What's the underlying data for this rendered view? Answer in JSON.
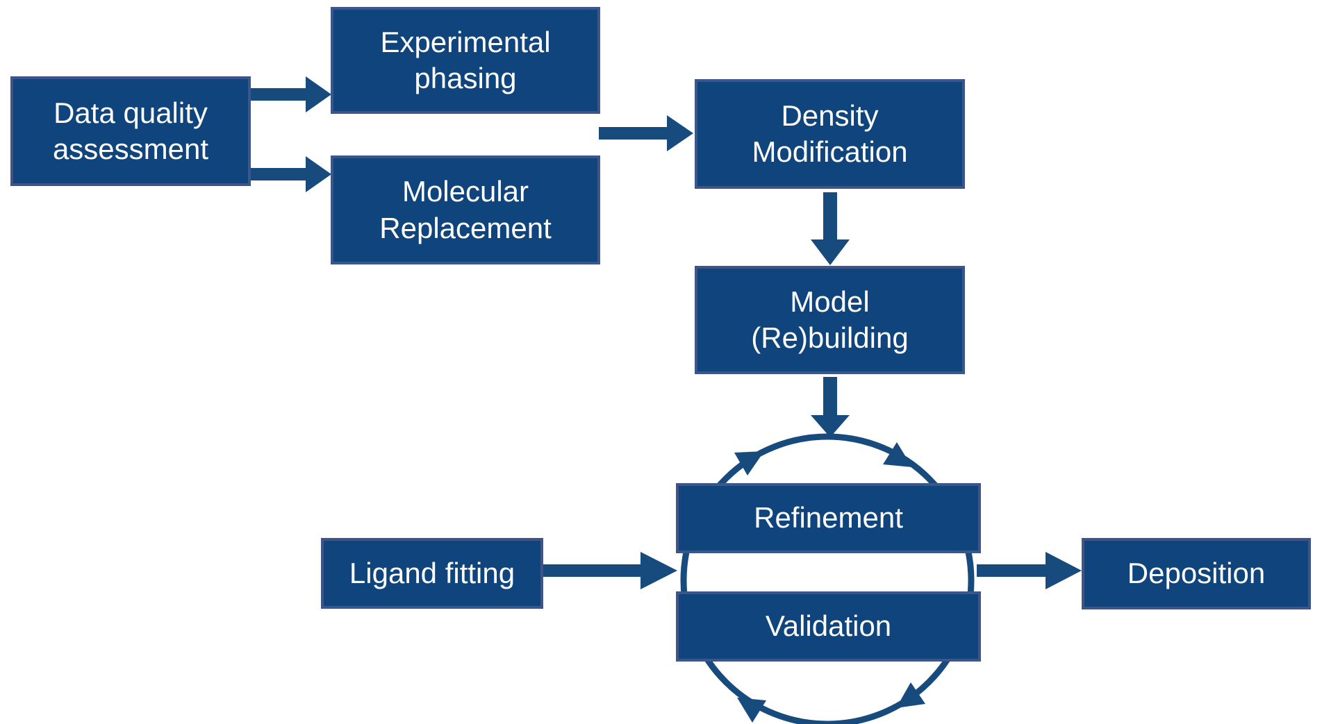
{
  "diagram": {
    "type": "flowchart",
    "description_of_pixels_only": "workflow diagram of dark-blue boxes with white labels connected by block arrows and a clockwise cycle circle",
    "colors": {
      "background": "#ffffff",
      "box_fill": "#10447c",
      "box_border": "#3d5588",
      "arrow": "#174a7d",
      "text": "#ffffff"
    },
    "nodes": {
      "data_quality_assessment": {
        "label": "Data quality\nassessment"
      },
      "experimental_phasing": {
        "label": "Experimental\nphasing"
      },
      "molecular_replacement": {
        "label": "Molecular\nReplacement"
      },
      "density_modification": {
        "label": "Density\nModification"
      },
      "model_rebuilding": {
        "label": "Model\n(Re)building"
      },
      "refinement": {
        "label": "Refinement"
      },
      "validation": {
        "label": "Validation"
      },
      "ligand_fitting": {
        "label": "Ligand fitting"
      },
      "deposition": {
        "label": "Deposition"
      }
    },
    "connections": [
      {
        "from": "data_quality_assessment",
        "to": "experimental_phasing",
        "style": "block-arrow-right"
      },
      {
        "from": "data_quality_assessment",
        "to": "molecular_replacement",
        "style": "block-arrow-right"
      },
      {
        "from": "experimental_phasing / molecular_replacement",
        "to": "density_modification",
        "style": "block-arrow-right"
      },
      {
        "from": "density_modification",
        "to": "model_rebuilding",
        "style": "block-arrow-down"
      },
      {
        "from": "model_rebuilding",
        "to": "refinement-validation-cycle",
        "style": "block-arrow-down"
      },
      {
        "from": "ligand_fitting",
        "to": "refinement-validation-cycle",
        "style": "block-arrow-right"
      },
      {
        "from": "refinement-validation-cycle",
        "to": "deposition",
        "style": "block-arrow-right"
      }
    ],
    "cycle": {
      "members": [
        "refinement",
        "validation"
      ],
      "direction": "clockwise",
      "arrowheads": 4
    }
  }
}
